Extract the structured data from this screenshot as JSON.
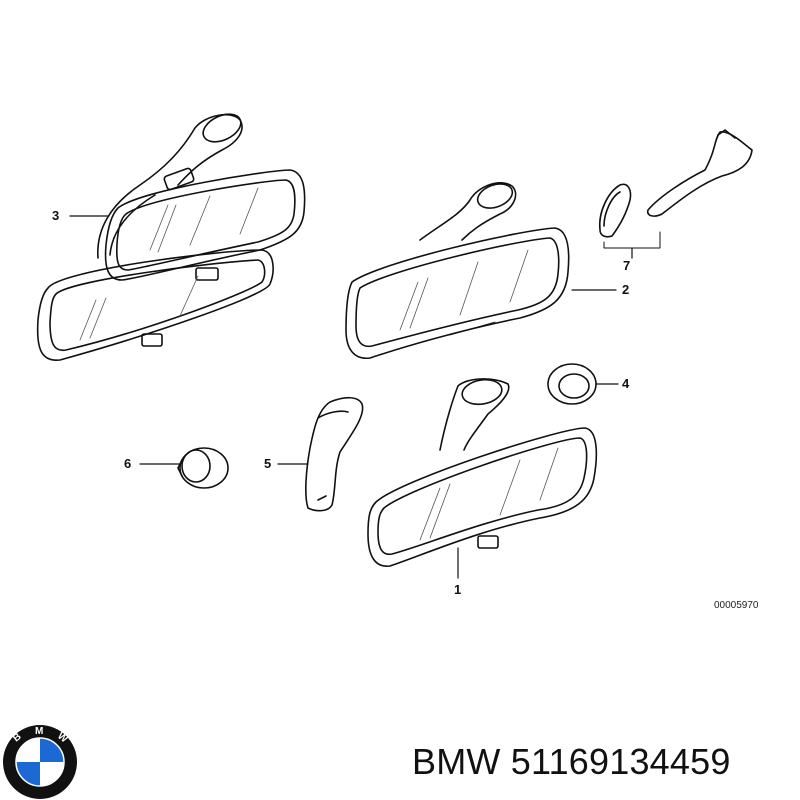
{
  "diagram": {
    "callouts": [
      {
        "id": "1",
        "text": "1"
      },
      {
        "id": "2",
        "text": "2"
      },
      {
        "id": "3",
        "text": "3"
      },
      {
        "id": "4",
        "text": "4"
      },
      {
        "id": "5",
        "text": "5"
      },
      {
        "id": "6",
        "text": "6"
      },
      {
        "id": "7",
        "text": "7"
      }
    ],
    "drawing_id": "00005970"
  },
  "logo": {
    "text": "BMW",
    "colors": {
      "blue": "#1c69d4",
      "white": "#ffffff",
      "ring": "#111111"
    }
  },
  "caption": {
    "brand": "BMW",
    "part_number": "51169134459"
  }
}
